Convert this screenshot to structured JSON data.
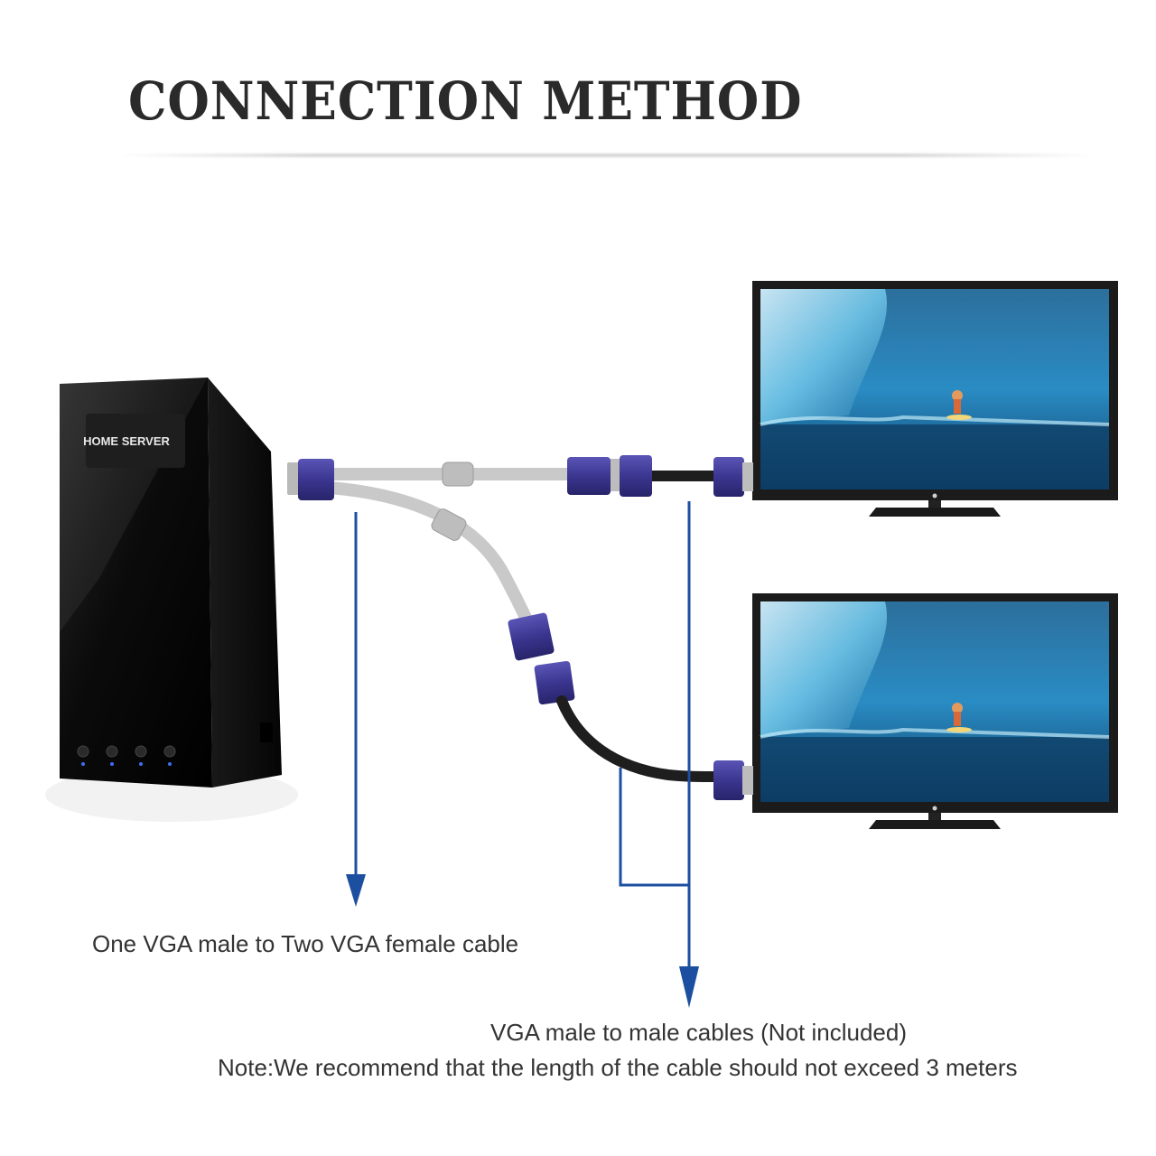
{
  "title": "CONNECTION METHOD",
  "server_label": "HOME SERVER",
  "captions": {
    "splitter": "One VGA male to Two VGA female cable",
    "male_to_male": "VGA male to male cables  (Not included)",
    "note": "Note:We recommend that the length of the cable should not exceed 3 meters"
  },
  "colors": {
    "arrow": "#1c4fa0",
    "connector": "#3f3a8c",
    "cable_gray": "#c8c8c8",
    "cable_black": "#222222",
    "server": "#111111"
  }
}
